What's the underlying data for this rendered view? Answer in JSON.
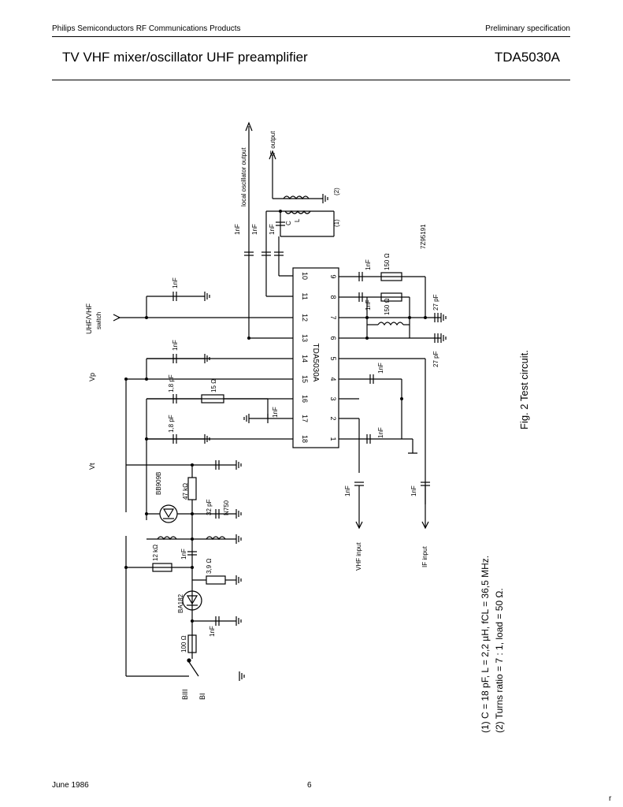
{
  "header": {
    "left": "Philips Semiconductors RF Communications Products",
    "right": "Preliminary specification"
  },
  "title": {
    "left": "TV VHF mixer/oscillator UHF preamplifier",
    "right": "TDA5030A"
  },
  "figure": {
    "caption": "Fig. 2 Test circuit.",
    "notes": [
      "(1) C = 18 pF, L = 2,2 µH, fCL = 36,5 MHz.",
      "(2) Turns ratio = 7 : 1, load = 50 Ω."
    ],
    "ic_label": "TDA5030A",
    "left_pins": [
      "10",
      "11",
      "12",
      "13",
      "14",
      "15",
      "16",
      "17",
      "18"
    ],
    "right_pins": [
      "9",
      "8",
      "7",
      "6",
      "5",
      "4",
      "3",
      "2",
      "1"
    ],
    "ref_code": "7Z95191",
    "labels": {
      "local_osc": "local oscillator output",
      "if_output": "IF output",
      "uhf_vhf": "UHF/VHF",
      "switch": "switch",
      "vp": "Vp",
      "vt": "Vt",
      "vhf_input": "VHF input",
      "if_input": "IF input",
      "bb909b": "BB909B",
      "ba182": "BA182",
      "b_iii": "BIII",
      "b_i": "BI",
      "c": "C",
      "l": "L",
      "note_1": "(1)",
      "note_2": "(2)"
    },
    "components": {
      "c1nf": "1nF",
      "c18pf": "1,8 pF",
      "c27pf": "27 pF",
      "c32pf": "32 pF",
      "n750": "N750",
      "r150": "150 Ω",
      "r15": "15 Ω",
      "r47k": "47 kΩ",
      "r12k": "12 kΩ",
      "r39": "3,9 Ω",
      "r100": "100 Ω"
    }
  },
  "footer": {
    "date": "June 1986",
    "page": "6",
    "mark": "r"
  }
}
